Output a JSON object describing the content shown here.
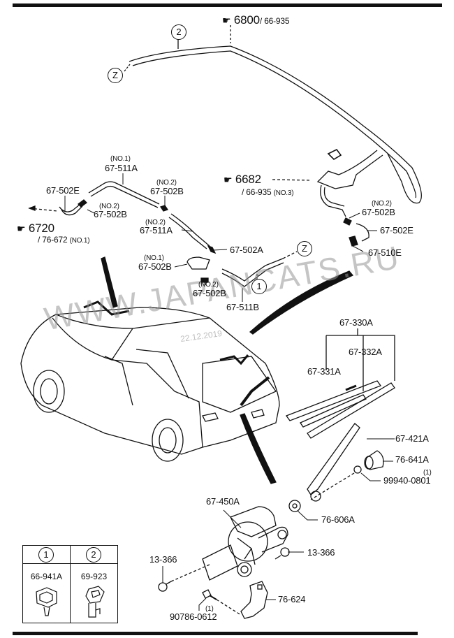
{
  "watermark": {
    "text": "WWW.JAPANCATS.RU",
    "date": "22.12.2019"
  },
  "refs": {
    "ref_6800": {
      "code": "6800",
      "sub": "/ 66-935"
    },
    "ref_6720": {
      "code": "6720",
      "sub": "/ 76-672",
      "note": "(NO.1)"
    },
    "ref_6682": {
      "code": "6682",
      "sub": "/ 66-935",
      "note": "(NO.3)"
    }
  },
  "markers": {
    "z1": "Z",
    "z2": "Z",
    "c1": "1",
    "c2": "2"
  },
  "parts": {
    "p_511A_no1_note": "(NO.1)",
    "p_511A_no1": "67-511A",
    "p_502E_left": "67-502E",
    "p_502B_a_note": "(NO.2)",
    "p_502B_a": "67-502B",
    "p_502B_b_note": "(NO.2)",
    "p_502B_b": "67-502B",
    "p_511A_no2_note": "(NO.2)",
    "p_511A_no2": "67-511A",
    "p_502A": "67-502A",
    "p_502B_no1_note": "(NO.1)",
    "p_502B_no1": "67-502B",
    "p_502B_c_note": "(NO.2)",
    "p_502B_c": "67-502B",
    "p_511B": "67-511B",
    "p_502B_d_note": "(NO.2)",
    "p_502B_d": "67-502B",
    "p_502E_right": "67-502E",
    "p_510E": "67-510E",
    "p_330A": "67-330A",
    "p_332A": "67-332A",
    "p_331A": "67-331A",
    "p_421A": "67-421A",
    "p_641A": "76-641A",
    "p_99940_note": "(1)",
    "p_99940": "99940-0801",
    "p_450A": "67-450A",
    "p_606A": "76-606A",
    "p_13366_l": "13-366",
    "p_13366_r": "13-366",
    "p_76624": "76-624",
    "p_90786_note": "(1)",
    "p_90786": "90786-0612"
  },
  "legend": [
    {
      "marker": "1",
      "part": "66-941A"
    },
    {
      "marker": "2",
      "part": "69-923"
    }
  ]
}
